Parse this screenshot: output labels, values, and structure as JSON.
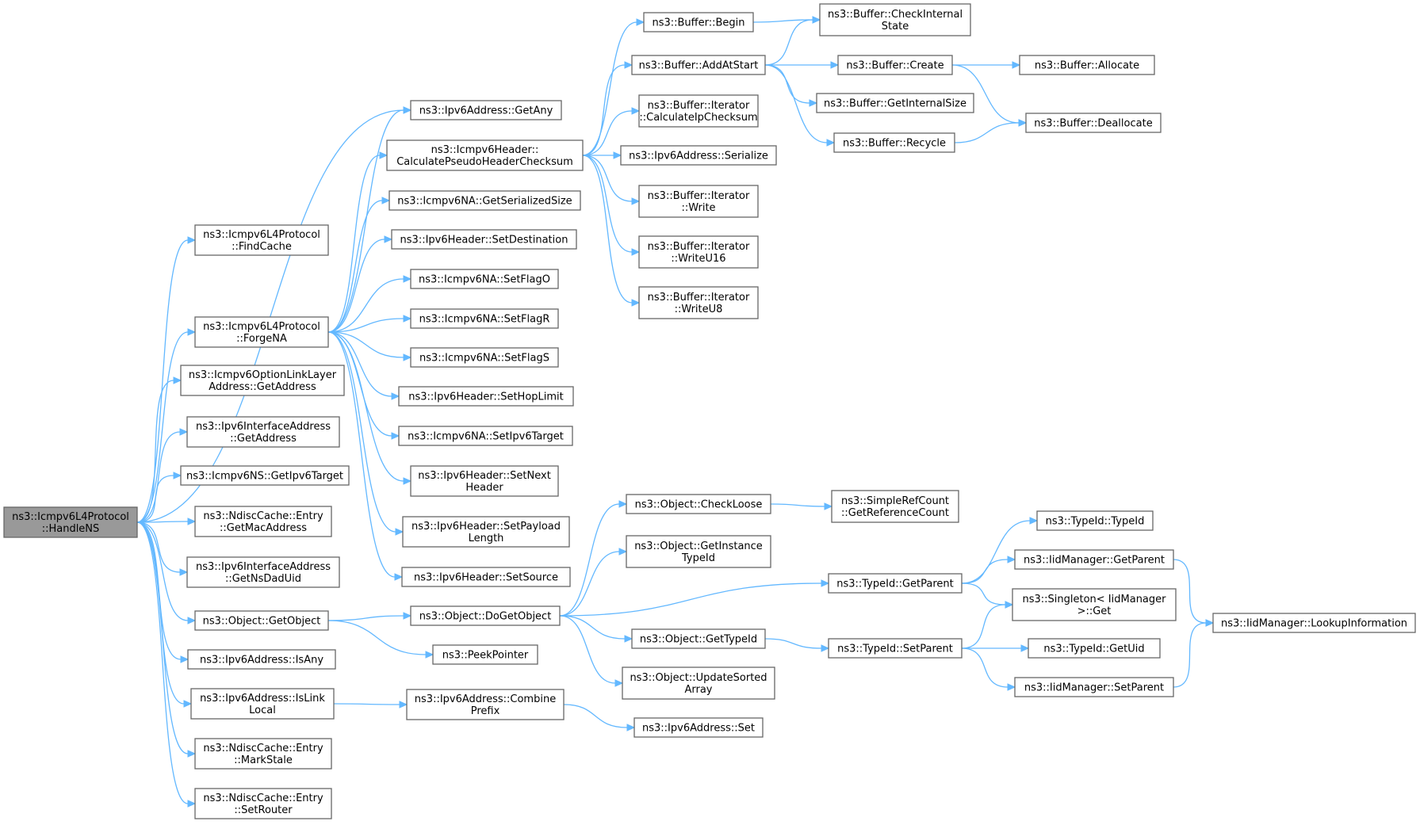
{
  "graph": {
    "root": "handle_ns",
    "colors": {
      "edge": "#63b8ff",
      "node_border": "#666666",
      "root_fill": "#999999",
      "node_fill": "#ffffff"
    },
    "nodes": [
      {
        "id": "handle_ns",
        "lines": [
          "ns3::Icmpv6L4Protocol",
          "::HandleNS"
        ]
      },
      {
        "id": "find_cache",
        "lines": [
          "ns3::Icmpv6L4Protocol",
          "::FindCache"
        ]
      },
      {
        "id": "forge_na",
        "lines": [
          "ns3::Icmpv6L4Protocol",
          "::ForgeNA"
        ]
      },
      {
        "id": "optlink_getaddr",
        "lines": [
          "ns3::Icmpv6OptionLinkLayer",
          "Address::GetAddress"
        ]
      },
      {
        "id": "ifaddr_getaddr",
        "lines": [
          "ns3::Ipv6InterfaceAddress",
          "::GetAddress"
        ]
      },
      {
        "id": "ns_gettarget",
        "lines": [
          "ns3::Icmpv6NS::GetIpv6Target"
        ]
      },
      {
        "id": "ndisc_getmac",
        "lines": [
          "ns3::NdiscCache::Entry",
          "::GetMacAddress"
        ]
      },
      {
        "id": "ifaddr_getnsdad",
        "lines": [
          "ns3::Ipv6InterfaceAddress",
          "::GetNsDadUid"
        ]
      },
      {
        "id": "obj_getobject",
        "lines": [
          "ns3::Object::GetObject"
        ]
      },
      {
        "id": "ipv6_isany",
        "lines": [
          "ns3::Ipv6Address::IsAny"
        ]
      },
      {
        "id": "ipv6_islinklocal",
        "lines": [
          "ns3::Ipv6Address::IsLink",
          "Local"
        ]
      },
      {
        "id": "ndisc_markstale",
        "lines": [
          "ns3::NdiscCache::Entry",
          "::MarkStale"
        ]
      },
      {
        "id": "ndisc_setrouter",
        "lines": [
          "ns3::NdiscCache::Entry",
          "::SetRouter"
        ]
      },
      {
        "id": "ipv6_getany",
        "lines": [
          "ns3::Ipv6Address::GetAny"
        ]
      },
      {
        "id": "calc_pseudo",
        "lines": [
          "ns3::Icmpv6Header::",
          "CalculatePseudoHeaderChecksum"
        ]
      },
      {
        "id": "na_getsersize",
        "lines": [
          "ns3::Icmpv6NA::GetSerializedSize"
        ]
      },
      {
        "id": "hdr_setdest",
        "lines": [
          "ns3::Ipv6Header::SetDestination"
        ]
      },
      {
        "id": "na_setflago",
        "lines": [
          "ns3::Icmpv6NA::SetFlagO"
        ]
      },
      {
        "id": "na_setflagr",
        "lines": [
          "ns3::Icmpv6NA::SetFlagR"
        ]
      },
      {
        "id": "na_setflags",
        "lines": [
          "ns3::Icmpv6NA::SetFlagS"
        ]
      },
      {
        "id": "hdr_sethoplimit",
        "lines": [
          "ns3::Ipv6Header::SetHopLimit"
        ]
      },
      {
        "id": "na_settarget",
        "lines": [
          "ns3::Icmpv6NA::SetIpv6Target"
        ]
      },
      {
        "id": "hdr_setnext",
        "lines": [
          "ns3::Ipv6Header::SetNext",
          "Header"
        ]
      },
      {
        "id": "hdr_setpayload",
        "lines": [
          "ns3::Ipv6Header::SetPayload",
          "Length"
        ]
      },
      {
        "id": "hdr_setsource",
        "lines": [
          "ns3::Ipv6Header::SetSource"
        ]
      },
      {
        "id": "obj_dogetobject",
        "lines": [
          "ns3::Object::DoGetObject"
        ]
      },
      {
        "id": "peekpointer",
        "lines": [
          "ns3::PeekPointer"
        ]
      },
      {
        "id": "ipv6_combine",
        "lines": [
          "ns3::Ipv6Address::Combine",
          "Prefix"
        ]
      },
      {
        "id": "buf_begin",
        "lines": [
          "ns3::Buffer::Begin"
        ]
      },
      {
        "id": "buf_addatstart",
        "lines": [
          "ns3::Buffer::AddAtStart"
        ]
      },
      {
        "id": "buf_iter_calc",
        "lines": [
          "ns3::Buffer::Iterator",
          "::CalculateIpChecksum"
        ]
      },
      {
        "id": "ipv6_serialize",
        "lines": [
          "ns3::Ipv6Address::Serialize"
        ]
      },
      {
        "id": "buf_iter_write",
        "lines": [
          "ns3::Buffer::Iterator",
          "::Write"
        ]
      },
      {
        "id": "buf_iter_write16",
        "lines": [
          "ns3::Buffer::Iterator",
          "::WriteU16"
        ]
      },
      {
        "id": "buf_iter_write8",
        "lines": [
          "ns3::Buffer::Iterator",
          "::WriteU8"
        ]
      },
      {
        "id": "obj_checkloose",
        "lines": [
          "ns3::Object::CheckLoose"
        ]
      },
      {
        "id": "obj_getinsttid",
        "lines": [
          "ns3::Object::GetInstance",
          "TypeId"
        ]
      },
      {
        "id": "obj_gettypeid",
        "lines": [
          "ns3::Object::GetTypeId"
        ]
      },
      {
        "id": "obj_updatesorted",
        "lines": [
          "ns3::Object::UpdateSorted",
          "Array"
        ]
      },
      {
        "id": "ipv6_set",
        "lines": [
          "ns3::Ipv6Address::Set"
        ]
      },
      {
        "id": "buf_checkinternal",
        "lines": [
          "ns3::Buffer::CheckInternal",
          "State"
        ]
      },
      {
        "id": "buf_create",
        "lines": [
          "ns3::Buffer::Create"
        ]
      },
      {
        "id": "buf_getinternalsize",
        "lines": [
          "ns3::Buffer::GetInternalSize"
        ]
      },
      {
        "id": "buf_recycle",
        "lines": [
          "ns3::Buffer::Recycle"
        ]
      },
      {
        "id": "srefcount_get",
        "lines": [
          "ns3::SimpleRefCount",
          "::GetReferenceCount"
        ]
      },
      {
        "id": "tid_getparent",
        "lines": [
          "ns3::TypeId::GetParent"
        ]
      },
      {
        "id": "tid_setparent",
        "lines": [
          "ns3::TypeId::SetParent"
        ]
      },
      {
        "id": "buf_allocate",
        "lines": [
          "ns3::Buffer::Allocate"
        ]
      },
      {
        "id": "buf_deallocate",
        "lines": [
          "ns3::Buffer::Deallocate"
        ]
      },
      {
        "id": "tid_typeid",
        "lines": [
          "ns3::TypeId::TypeId"
        ]
      },
      {
        "id": "iid_getparent",
        "lines": [
          "ns3::IidManager::GetParent"
        ]
      },
      {
        "id": "singleton_get",
        "lines": [
          "ns3::Singleton< IidManager",
          ">::Get"
        ]
      },
      {
        "id": "tid_getuid",
        "lines": [
          "ns3::TypeId::GetUid"
        ]
      },
      {
        "id": "iid_setparent",
        "lines": [
          "ns3::IidManager::SetParent"
        ]
      },
      {
        "id": "iid_lookup",
        "lines": [
          "ns3::IidManager::LookupInformation"
        ]
      }
    ],
    "edges": [
      [
        "handle_ns",
        "find_cache"
      ],
      [
        "handle_ns",
        "forge_na"
      ],
      [
        "handle_ns",
        "optlink_getaddr"
      ],
      [
        "handle_ns",
        "ifaddr_getaddr"
      ],
      [
        "handle_ns",
        "ns_gettarget"
      ],
      [
        "handle_ns",
        "ndisc_getmac"
      ],
      [
        "handle_ns",
        "ifaddr_getnsdad"
      ],
      [
        "handle_ns",
        "obj_getobject"
      ],
      [
        "handle_ns",
        "ipv6_isany"
      ],
      [
        "handle_ns",
        "ipv6_islinklocal"
      ],
      [
        "handle_ns",
        "ndisc_markstale"
      ],
      [
        "handle_ns",
        "ndisc_setrouter"
      ],
      [
        "handle_ns",
        "ipv6_getany"
      ],
      [
        "forge_na",
        "ipv6_getany"
      ],
      [
        "forge_na",
        "calc_pseudo"
      ],
      [
        "forge_na",
        "na_getsersize"
      ],
      [
        "forge_na",
        "hdr_setdest"
      ],
      [
        "forge_na",
        "na_setflago"
      ],
      [
        "forge_na",
        "na_setflagr"
      ],
      [
        "forge_na",
        "na_setflags"
      ],
      [
        "forge_na",
        "hdr_sethoplimit"
      ],
      [
        "forge_na",
        "na_settarget"
      ],
      [
        "forge_na",
        "hdr_setnext"
      ],
      [
        "forge_na",
        "hdr_setpayload"
      ],
      [
        "forge_na",
        "hdr_setsource"
      ],
      [
        "obj_getobject",
        "obj_dogetobject"
      ],
      [
        "obj_getobject",
        "peekpointer"
      ],
      [
        "ipv6_islinklocal",
        "ipv6_combine"
      ],
      [
        "calc_pseudo",
        "buf_begin"
      ],
      [
        "calc_pseudo",
        "buf_addatstart"
      ],
      [
        "calc_pseudo",
        "buf_iter_calc"
      ],
      [
        "calc_pseudo",
        "ipv6_serialize"
      ],
      [
        "calc_pseudo",
        "buf_iter_write"
      ],
      [
        "calc_pseudo",
        "buf_iter_write16"
      ],
      [
        "calc_pseudo",
        "buf_iter_write8"
      ],
      [
        "obj_dogetobject",
        "obj_checkloose"
      ],
      [
        "obj_dogetobject",
        "obj_getinsttid"
      ],
      [
        "obj_dogetobject",
        "tid_getparent"
      ],
      [
        "obj_dogetobject",
        "obj_gettypeid"
      ],
      [
        "obj_dogetobject",
        "obj_updatesorted"
      ],
      [
        "ipv6_combine",
        "ipv6_set"
      ],
      [
        "buf_begin",
        "buf_checkinternal"
      ],
      [
        "buf_addatstart",
        "buf_checkinternal"
      ],
      [
        "buf_addatstart",
        "buf_create"
      ],
      [
        "buf_addatstart",
        "buf_getinternalsize"
      ],
      [
        "buf_addatstart",
        "buf_recycle"
      ],
      [
        "obj_checkloose",
        "srefcount_get"
      ],
      [
        "obj_gettypeid",
        "tid_setparent"
      ],
      [
        "buf_create",
        "buf_allocate"
      ],
      [
        "buf_create",
        "buf_deallocate"
      ],
      [
        "buf_recycle",
        "buf_deallocate"
      ],
      [
        "tid_getparent",
        "tid_typeid"
      ],
      [
        "tid_getparent",
        "iid_getparent"
      ],
      [
        "tid_getparent",
        "singleton_get"
      ],
      [
        "tid_setparent",
        "singleton_get"
      ],
      [
        "tid_setparent",
        "tid_getuid"
      ],
      [
        "tid_setparent",
        "iid_setparent"
      ],
      [
        "iid_getparent",
        "iid_lookup"
      ],
      [
        "iid_setparent",
        "iid_lookup"
      ]
    ]
  }
}
